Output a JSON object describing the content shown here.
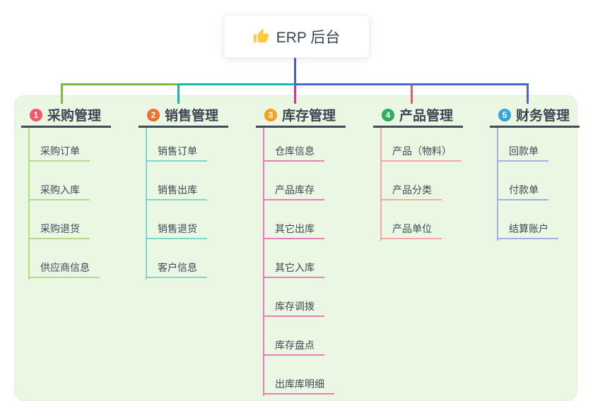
{
  "root": {
    "title": "ERP 后台",
    "icon": "thumbs-up-icon",
    "icon_color": "#ffc83d"
  },
  "connector_colors": {
    "root_stem": "#505fc6",
    "segment_left": "#7cbb40",
    "segment_middle": "#17b9ae",
    "segment_right": "#4868d1"
  },
  "panel": {
    "background": "#eaf7e3"
  },
  "branches": [
    {
      "index": "1",
      "label": "采购管理",
      "color": "#7cbb40",
      "light_color": "#b3da8c",
      "badge_color": "#ef5b6e",
      "children": [
        {
          "label": "采购订单"
        },
        {
          "label": "采购入库"
        },
        {
          "label": "采购退货"
        },
        {
          "label": "供应商信息"
        }
      ]
    },
    {
      "index": "2",
      "label": "销售管理",
      "color": "#17b9ae",
      "light_color": "#7ed6cd",
      "badge_color": "#ee7134",
      "children": [
        {
          "label": "销售订单"
        },
        {
          "label": "销售出库"
        },
        {
          "label": "销售退货"
        },
        {
          "label": "客户信息"
        }
      ]
    },
    {
      "index": "3",
      "label": "库存管理",
      "color": "#d9368b",
      "light_color": "#ee7ab8",
      "badge_color": "#f5a31f",
      "children": [
        {
          "label": "仓库信息"
        },
        {
          "label": "产品库存"
        },
        {
          "label": "其它出库"
        },
        {
          "label": "其它入库"
        },
        {
          "label": "库存调拨"
        },
        {
          "label": "库存盘点"
        },
        {
          "label": "出库库明细"
        }
      ]
    },
    {
      "index": "4",
      "label": "产品管理",
      "color": "#f0595b",
      "light_color": "#f7a5a6",
      "badge_color": "#2fae5c",
      "children": [
        {
          "label": "产品（物料）"
        },
        {
          "label": "产品分类"
        },
        {
          "label": "产品单位"
        }
      ]
    },
    {
      "index": "5",
      "label": "财务管理",
      "color": "#4868d1",
      "light_color": "#9fb1e4",
      "badge_color": "#38a5dc",
      "children": [
        {
          "label": "回款单"
        },
        {
          "label": "付款单"
        },
        {
          "label": "结算账户"
        }
      ]
    }
  ]
}
